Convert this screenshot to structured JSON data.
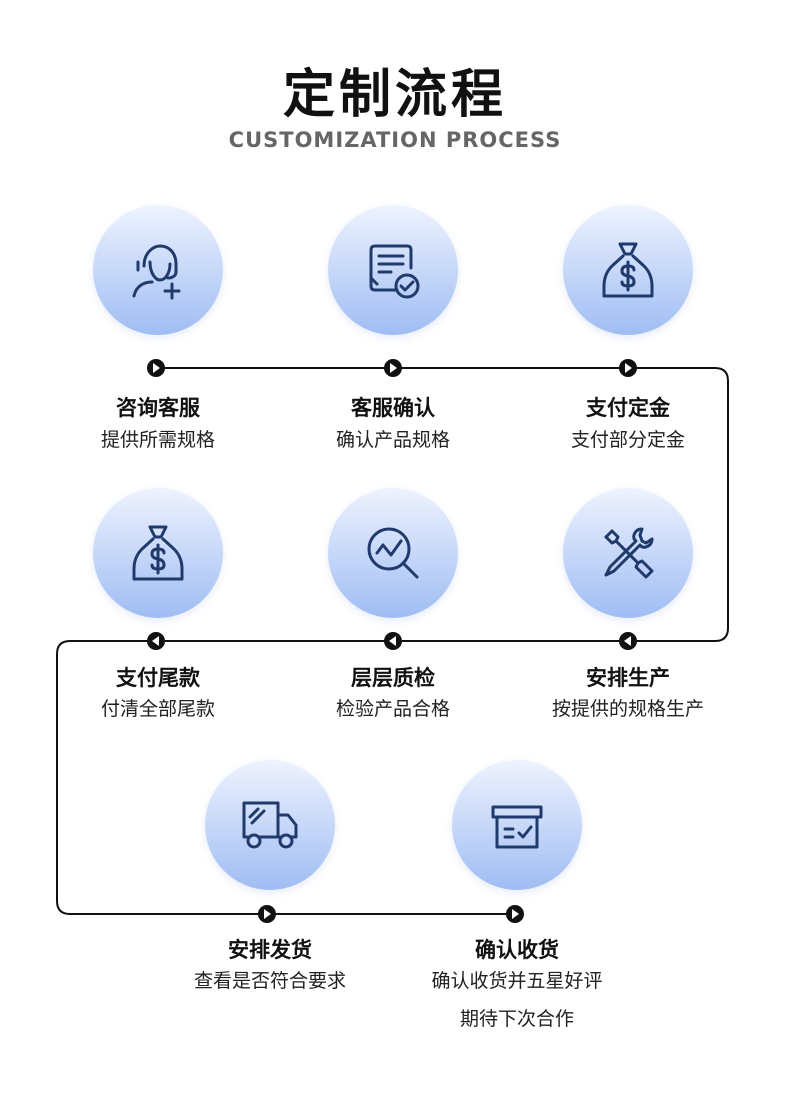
{
  "header": {
    "title": "定制流程",
    "subtitle": "CUSTOMIZATION PROCESS"
  },
  "theme": {
    "accent": "#1f3a6b",
    "circle_light": "#eef3fe",
    "circle_dark": "#9fbdf3",
    "line": "#111111"
  },
  "steps": [
    {
      "icon": "customer-service-icon",
      "title": "咨询客服",
      "desc": [
        "提供所需规格"
      ]
    },
    {
      "icon": "document-check-icon",
      "title": "客服确认",
      "desc": [
        "确认产品规格"
      ]
    },
    {
      "icon": "money-bag-icon",
      "title": "支付定金",
      "desc": [
        "支付部分定金"
      ]
    },
    {
      "icon": "tools-icon",
      "title": "安排生产",
      "desc": [
        "按提供的规格生产"
      ]
    },
    {
      "icon": "search-chart-icon",
      "title": "层层质检",
      "desc": [
        "检验产品合格"
      ]
    },
    {
      "icon": "money-bag-icon",
      "title": "支付尾款",
      "desc": [
        "付清全部尾款"
      ]
    },
    {
      "icon": "delivery-truck-icon",
      "title": "安排发货",
      "desc": [
        "查看是否符合要求"
      ]
    },
    {
      "icon": "package-check-icon",
      "title": "确认收货",
      "desc": [
        "确认收货并五星好评",
        "期待下次合作"
      ]
    }
  ]
}
